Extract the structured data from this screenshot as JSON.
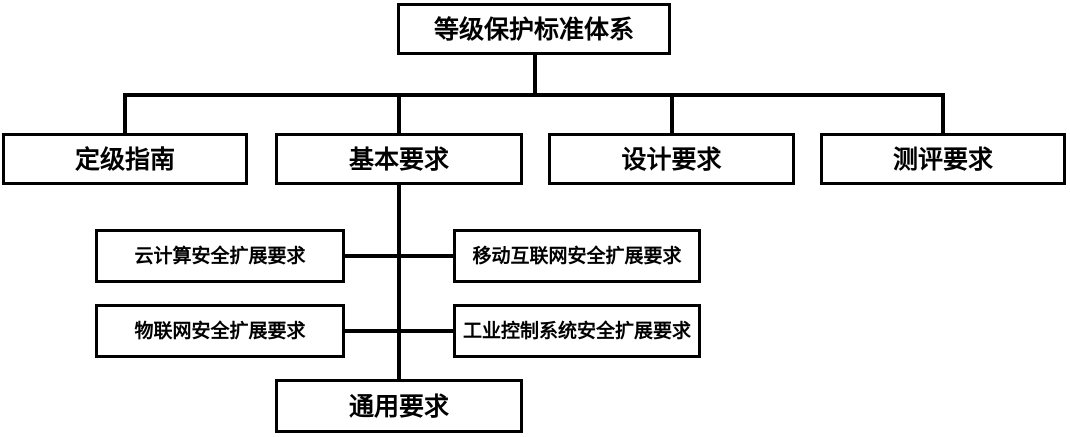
{
  "diagram": {
    "title": "等级保护标准体系",
    "type": "org-chart",
    "background_color": "#ffffff",
    "line_color": "#000000",
    "text_color": "#000000",
    "root": {
      "label": "等级保护标准体系"
    },
    "level2": [
      {
        "label": "定级指南"
      },
      {
        "label": "基本要求"
      },
      {
        "label": "设计要求"
      },
      {
        "label": "测评要求"
      }
    ],
    "extensions": {
      "left": [
        {
          "label": "云计算安全扩展要求"
        },
        {
          "label": "物联网安全扩展要求"
        }
      ],
      "right": [
        {
          "label": "移动互联网安全扩展要求"
        },
        {
          "label": "工业控制系统安全扩展要求"
        }
      ]
    },
    "bottom": {
      "label": "通用要求"
    }
  }
}
